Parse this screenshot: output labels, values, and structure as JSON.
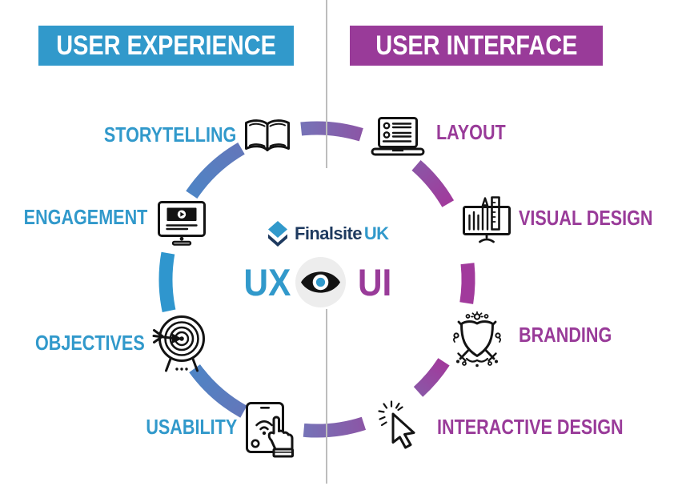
{
  "ux_side": {
    "header": "USER EXPERIENCE",
    "items": [
      {
        "label": "STORYTELLING",
        "icon": "open-book-icon"
      },
      {
        "label": "ENGAGEMENT",
        "icon": "video-monitor-icon"
      },
      {
        "label": "OBJECTIVES",
        "icon": "dartboard-target-icon"
      },
      {
        "label": "USABILITY",
        "icon": "tablet-touch-icon"
      }
    ]
  },
  "ui_side": {
    "header": "USER INTERFACE",
    "items": [
      {
        "label": "LAYOUT",
        "icon": "laptop-list-icon"
      },
      {
        "label": "VISUAL DESIGN",
        "icon": "design-monitor-icon"
      },
      {
        "label": "BRANDING",
        "icon": "heraldic-crest-icon"
      },
      {
        "label": "INTERACTIVE DESIGN",
        "icon": "cursor-click-icon"
      }
    ]
  },
  "center": {
    "brand_name": "Finalsite",
    "brand_region": "UK",
    "ux_label": "UX",
    "ui_label": "UI",
    "eye": "eye-icon"
  },
  "colors": {
    "blue": "#3199CB",
    "purple": "#993B99",
    "navy": "#1E3A5F",
    "ink": "#131313",
    "line": "#BDBDBD",
    "eyebg": "#EDEDED",
    "arc-blue": "#2F96CE",
    "arc-steel": "#4E84C5",
    "arc-blueviolet": "#6377BA",
    "arc-violet": "#7673B7",
    "arc-purpleviolet": "#8B56A6",
    "arc-magenta": "#A13A9C"
  }
}
